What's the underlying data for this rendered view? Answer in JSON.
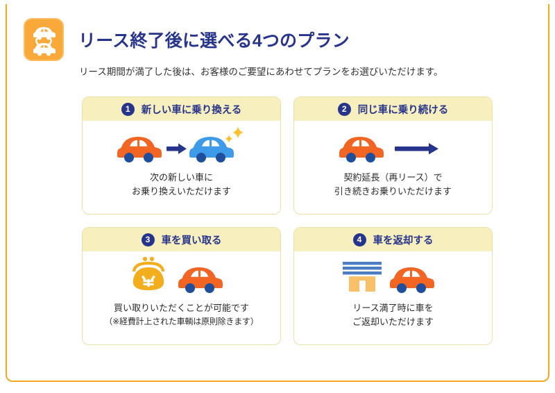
{
  "header": {
    "icon": "car-exchange-icon",
    "title": "リース終了後に選べる4つのプラン",
    "subtitle": "リース期間が満了した後は、お客様のご要望にあわせてプランをお選びいただけます。"
  },
  "colors": {
    "accent_orange": "#F5A623",
    "navy": "#27348B",
    "card_header_yellow": "#F7F0BE",
    "card_border": "#EBE0A8",
    "car_orange": "#F26522",
    "car_blue": "#3D9BE9",
    "sparkle_yellow": "#FBC02D",
    "purse_gold": "#F2AE1C",
    "wheel_navy": "#1F4E9C"
  },
  "cards": [
    {
      "number": "1",
      "title": "新しい車に乗り換える",
      "art": "orange-car-arrow-blue-car-sparkle",
      "line1": "次の新しい車に",
      "line2": "お乗り換えいただけます",
      "note": ""
    },
    {
      "number": "2",
      "title": "同じ車に乗り続ける",
      "art": "orange-car-long-arrow",
      "line1": "契約延長（再リース）で",
      "line2": "引き続きお乗りいただけます",
      "note": ""
    },
    {
      "number": "3",
      "title": "車を買い取る",
      "art": "yen-purse-and-orange-car",
      "line1": "買い取りいただくことが可能です",
      "line2": "",
      "note": "（※経費計上された車輌は原則除きます）"
    },
    {
      "number": "4",
      "title": "車を返却する",
      "art": "dealer-shop-and-orange-car",
      "line1": "リース満了時に車を",
      "line2": "ご返却いただけます",
      "note": ""
    }
  ]
}
